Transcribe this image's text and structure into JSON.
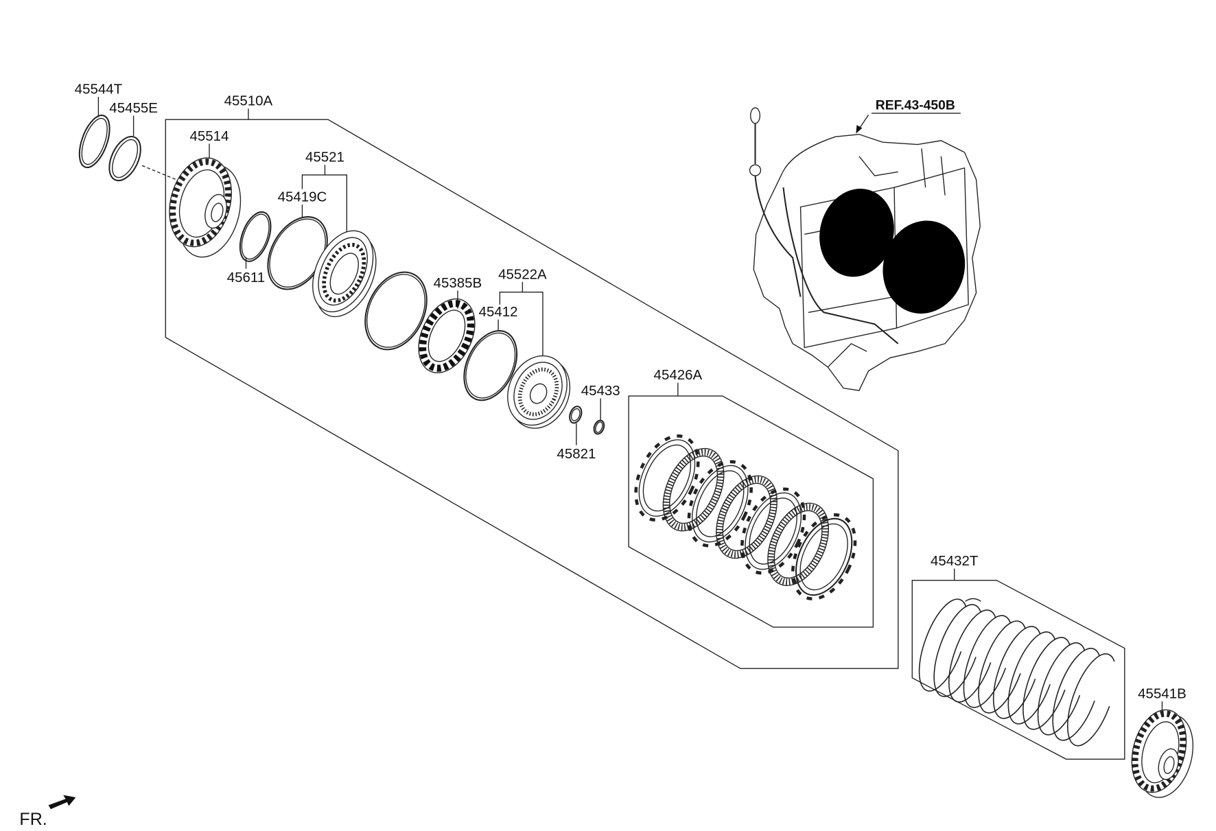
{
  "diagram": {
    "ref": "REF.43-450B",
    "front_direction": "FR.",
    "parts": {
      "p45544T": "45544T",
      "p45455E": "45455E",
      "p45510A": "45510A",
      "p45514": "45514",
      "p45521": "45521",
      "p45419C": "45419C",
      "p45611": "45611",
      "p45385B": "45385B",
      "p45522A": "45522A",
      "p45412": "45412",
      "p45433": "45433",
      "p45426A": "45426A",
      "p45821": "45821",
      "p45432T": "45432T",
      "p45541B": "45541B"
    },
    "colors": {
      "line": "#222222",
      "background": "#ffffff",
      "masked": "#000000"
    }
  }
}
